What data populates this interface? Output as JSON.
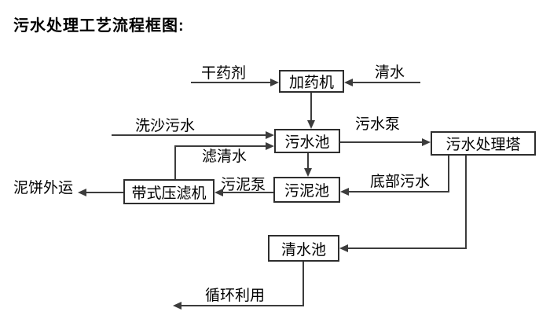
{
  "page": {
    "title": "污水处理工艺流程框图:"
  },
  "diagram": {
    "boxes": {
      "dosing_machine": "加药机",
      "sewage_pool": "污水池",
      "treatment_tower": "污水处理塔",
      "belt_filter_press": "带式压滤机",
      "sludge_pool": "污泥池",
      "clean_water_pool": "清水池"
    },
    "flow_labels": {
      "dry_chemical": "干药剂",
      "clean_water": "清水",
      "sand_washing_sewage": "洗沙污水",
      "filtered_water": "滤清水",
      "sewage_pump": "污水泵",
      "mud_cake_transport_out": "泥饼外运",
      "sludge_pump": "污泥泵",
      "bottom_sewage": "底部污水",
      "recycling": "循环利用"
    },
    "colors": {
      "line": "#3c3c3c",
      "text": "#000000",
      "background": "#ffffff"
    }
  }
}
